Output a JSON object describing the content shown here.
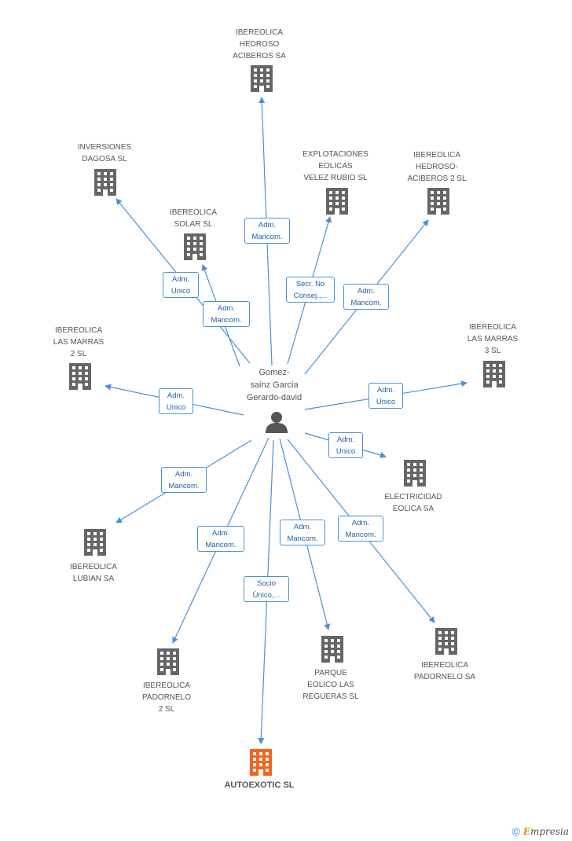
{
  "center": {
    "name": "Gomez-\nsainz Garcia\nGerardo-david",
    "icon": "person-icon"
  },
  "colors": {
    "line": "#4a90d9",
    "building": "#666666",
    "focus_building": "#f26522",
    "label_border": "#4a90d9"
  },
  "companies": [
    {
      "id": "hedroso",
      "name": "IBEREOLICA\nHEDROSO\nACIBEROS SA",
      "icon": "building-icon",
      "role": "Adm.\nMancom."
    },
    {
      "id": "inversiones",
      "name": "INVERSIONES\nDAGOSA SL",
      "icon": "building-icon",
      "role": "Adm.\nUnico"
    },
    {
      "id": "solar",
      "name": "IBEREOLICA\nSOLAR SL",
      "icon": "building-icon",
      "role": "Adm.\nMancom."
    },
    {
      "id": "explotaciones",
      "name": "EXPLOTACIONES\nEOLICAS\nVELEZ RUBIO SL",
      "icon": "building-icon",
      "role": "Secr.  No\nConsej.,..."
    },
    {
      "id": "hedroso2",
      "name": "IBEREOLICA\nHEDROSO-\nACIBEROS 2 SL",
      "icon": "building-icon",
      "role": "Adm.\nMancom."
    },
    {
      "id": "marras2",
      "name": "IBEREOLICA\nLAS MARRAS\n2 SL",
      "icon": "building-icon",
      "role": "Adm.\nUnico"
    },
    {
      "id": "marras3",
      "name": "IBEREOLICA\nLAS MARRAS\n3 SL",
      "icon": "building-icon",
      "role": "Adm.\nUnico"
    },
    {
      "id": "electricidad",
      "name": "ELECTRICIDAD\nEOLICA SA",
      "icon": "building-icon",
      "role": "Adm.\nUnico"
    },
    {
      "id": "lubian",
      "name": "IBEREOLICA\nLUBIAN SA",
      "icon": "building-icon",
      "role": "Adm.\nMancom."
    },
    {
      "id": "padornelo2",
      "name": "IBEREOLICA\nPADORNELO\n2 SL",
      "icon": "building-icon",
      "role": "Adm.\nMancom."
    },
    {
      "id": "autoexotic",
      "name": "AUTOEXOTIC SL",
      "icon": "building-icon",
      "role": "Socio\nÚnico,...",
      "focus": true
    },
    {
      "id": "regueras",
      "name": "PARQUE\nEOLICO LAS\nREGUERAS SL",
      "icon": "building-icon",
      "role": "Adm.\nMancom."
    },
    {
      "id": "padornelo",
      "name": "IBEREOLICA\nPADORNELO SA",
      "icon": "building-icon",
      "role": "Adm.\nMancom."
    }
  ],
  "footer": {
    "copyright": "©",
    "brand_initial": "E",
    "brand_rest": "mpresia"
  }
}
